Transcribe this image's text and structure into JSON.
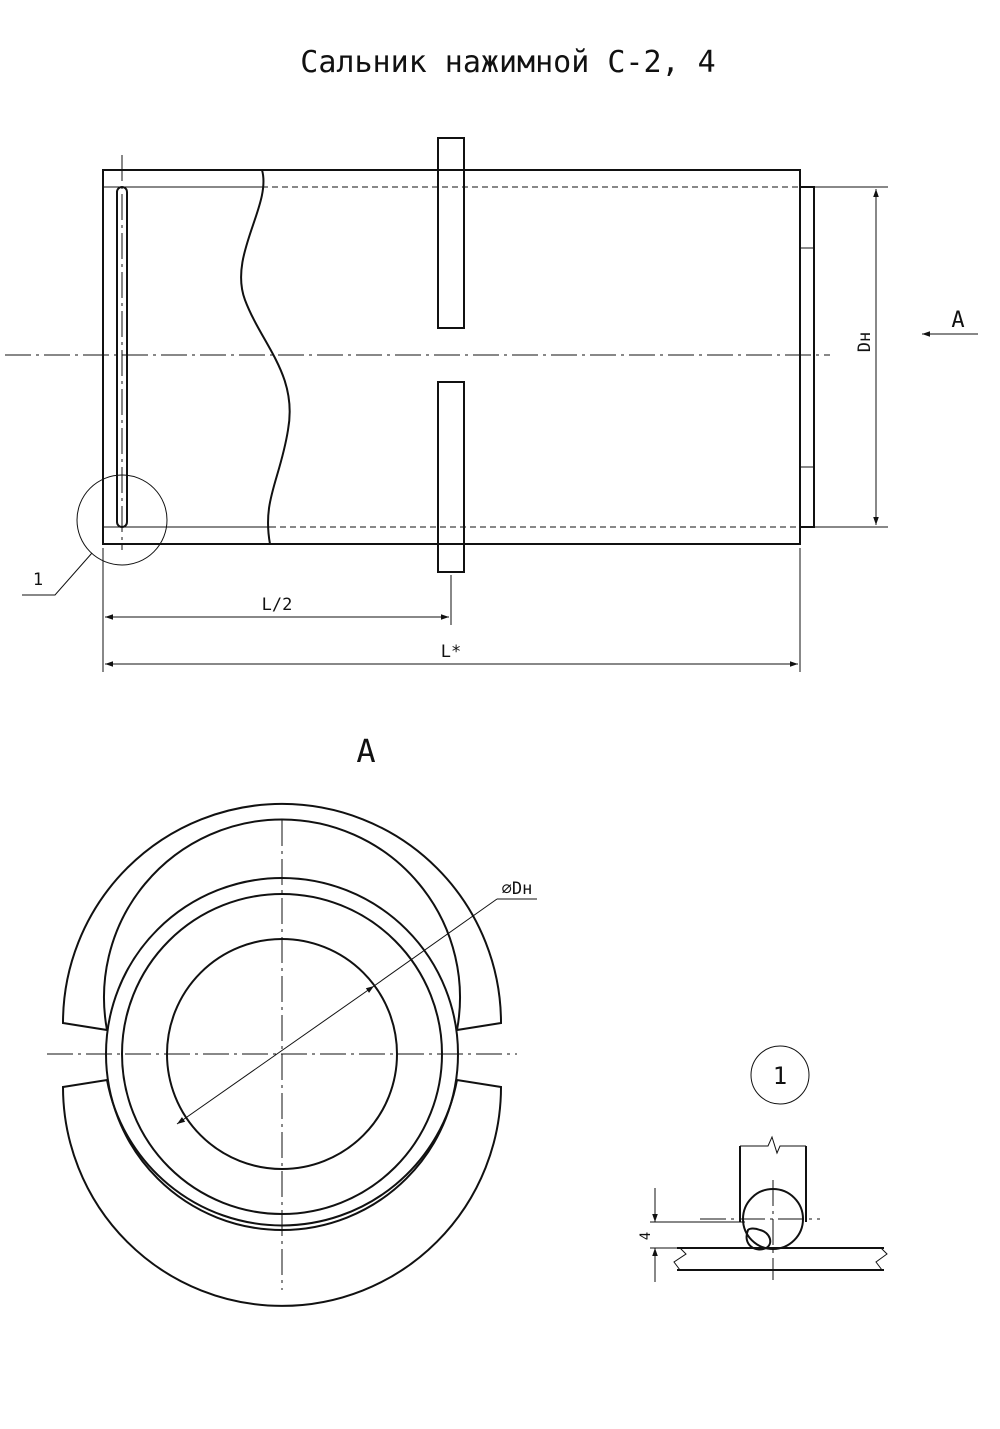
{
  "title": "Сальник нажимной С-2, 4",
  "side_view": {
    "dim_half_length": "L/2",
    "dim_length": "L*",
    "dim_diameter": "Dн",
    "view_arrow_label": "A",
    "detail_callout": "1"
  },
  "view_a": {
    "label": "A",
    "dim_diameter": "⌀Dн"
  },
  "detail": {
    "label": "1",
    "weld_dim": "4"
  }
}
